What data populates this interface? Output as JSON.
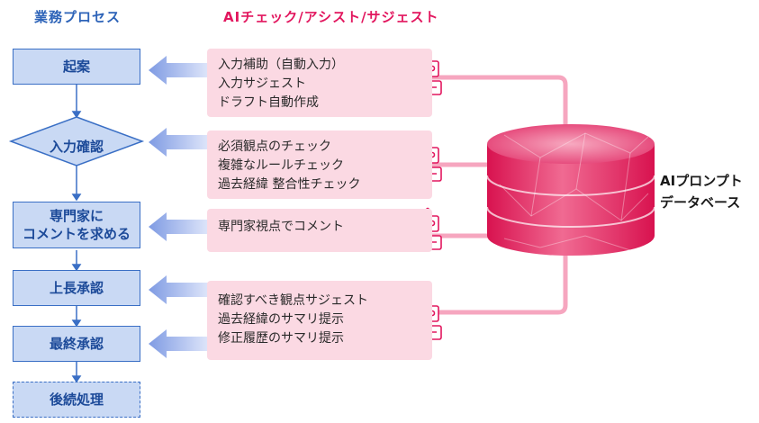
{
  "header": {
    "left": "業務プロセス",
    "right": "AIチェック/アシスト/サジェスト"
  },
  "process": [
    {
      "label": "起案",
      "shape": "rect"
    },
    {
      "label": "入力確認",
      "shape": "diamond"
    },
    {
      "label": "専門家に\nコメントを求める",
      "shape": "rect"
    },
    {
      "label": "上長承認",
      "shape": "rect"
    },
    {
      "label": "最終承認",
      "shape": "rect"
    },
    {
      "label": "後続処理",
      "shape": "rect-dashed"
    }
  ],
  "ai_cards": [
    {
      "lines": [
        "入力補助（自動入力）",
        "入力サジェスト",
        "ドラフト自動作成"
      ]
    },
    {
      "lines": [
        "必須観点のチェック",
        "複雑なルールチェック",
        "過去経緯 整合性チェック"
      ]
    },
    {
      "lines": [
        "専門家視点でコメント"
      ]
    },
    {
      "lines": [
        "確認すべき観点サジェスト",
        "過去経緯のサマリ提示",
        "修正履歴のサマリ提示"
      ]
    }
  ],
  "database": {
    "line1": "AIプロンプト",
    "line2": "データベース"
  },
  "colors": {
    "process_fill": "#c9d9f4",
    "process_border": "#3a6fc5",
    "accent_pink": "#e2165e",
    "card_fill": "#fbd9e3",
    "arrow_blue": "#8ea8e6"
  },
  "icons": [
    "robot-icon",
    "database-cylinder-icon",
    "left-arrow-icon"
  ]
}
